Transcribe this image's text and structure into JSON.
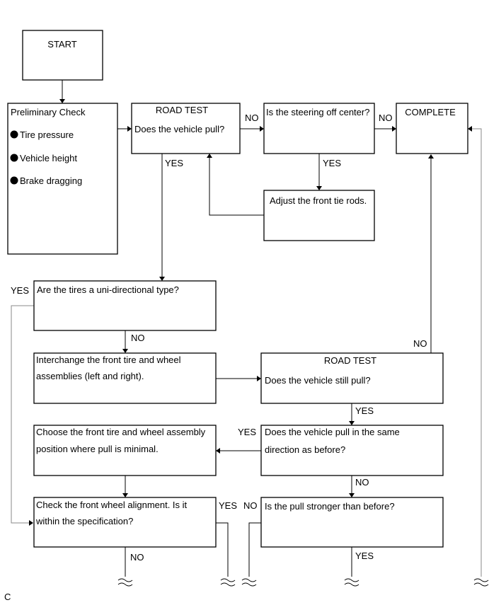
{
  "start": {
    "label": "START"
  },
  "preliminary": {
    "title": "Preliminary Check",
    "items": [
      "Tire pressure",
      "Vehicle height",
      "Brake dragging"
    ]
  },
  "road_test_1": {
    "title": "ROAD TEST",
    "question": "Does the vehicle pull?"
  },
  "steering": {
    "question": "Is the steering off center?"
  },
  "complete": {
    "label": "COMPLETE"
  },
  "adjust": {
    "label": "Adjust the front tie rods."
  },
  "unidirectional": {
    "question": "Are the tires a uni-directional type?"
  },
  "interchange": {
    "line1": "Interchange the front tire and wheel",
    "line2": "assemblies (left and right)."
  },
  "road_test_2": {
    "title": "ROAD TEST",
    "question": "Does the vehicle still pull?"
  },
  "choose": {
    "line1": "Choose the front tire and wheel assembly",
    "line2": "position where pull is minimal."
  },
  "same_direction": {
    "line1": "Does the vehicle pull in the same",
    "line2": "direction as before?"
  },
  "alignment": {
    "line1": "Check the front wheel alignment. Is it",
    "line2": "within the specification?"
  },
  "stronger": {
    "question": "Is the pull stronger than before?"
  },
  "labels": {
    "yes": "YES",
    "no": "NO"
  },
  "footer": {
    "code": "C"
  }
}
